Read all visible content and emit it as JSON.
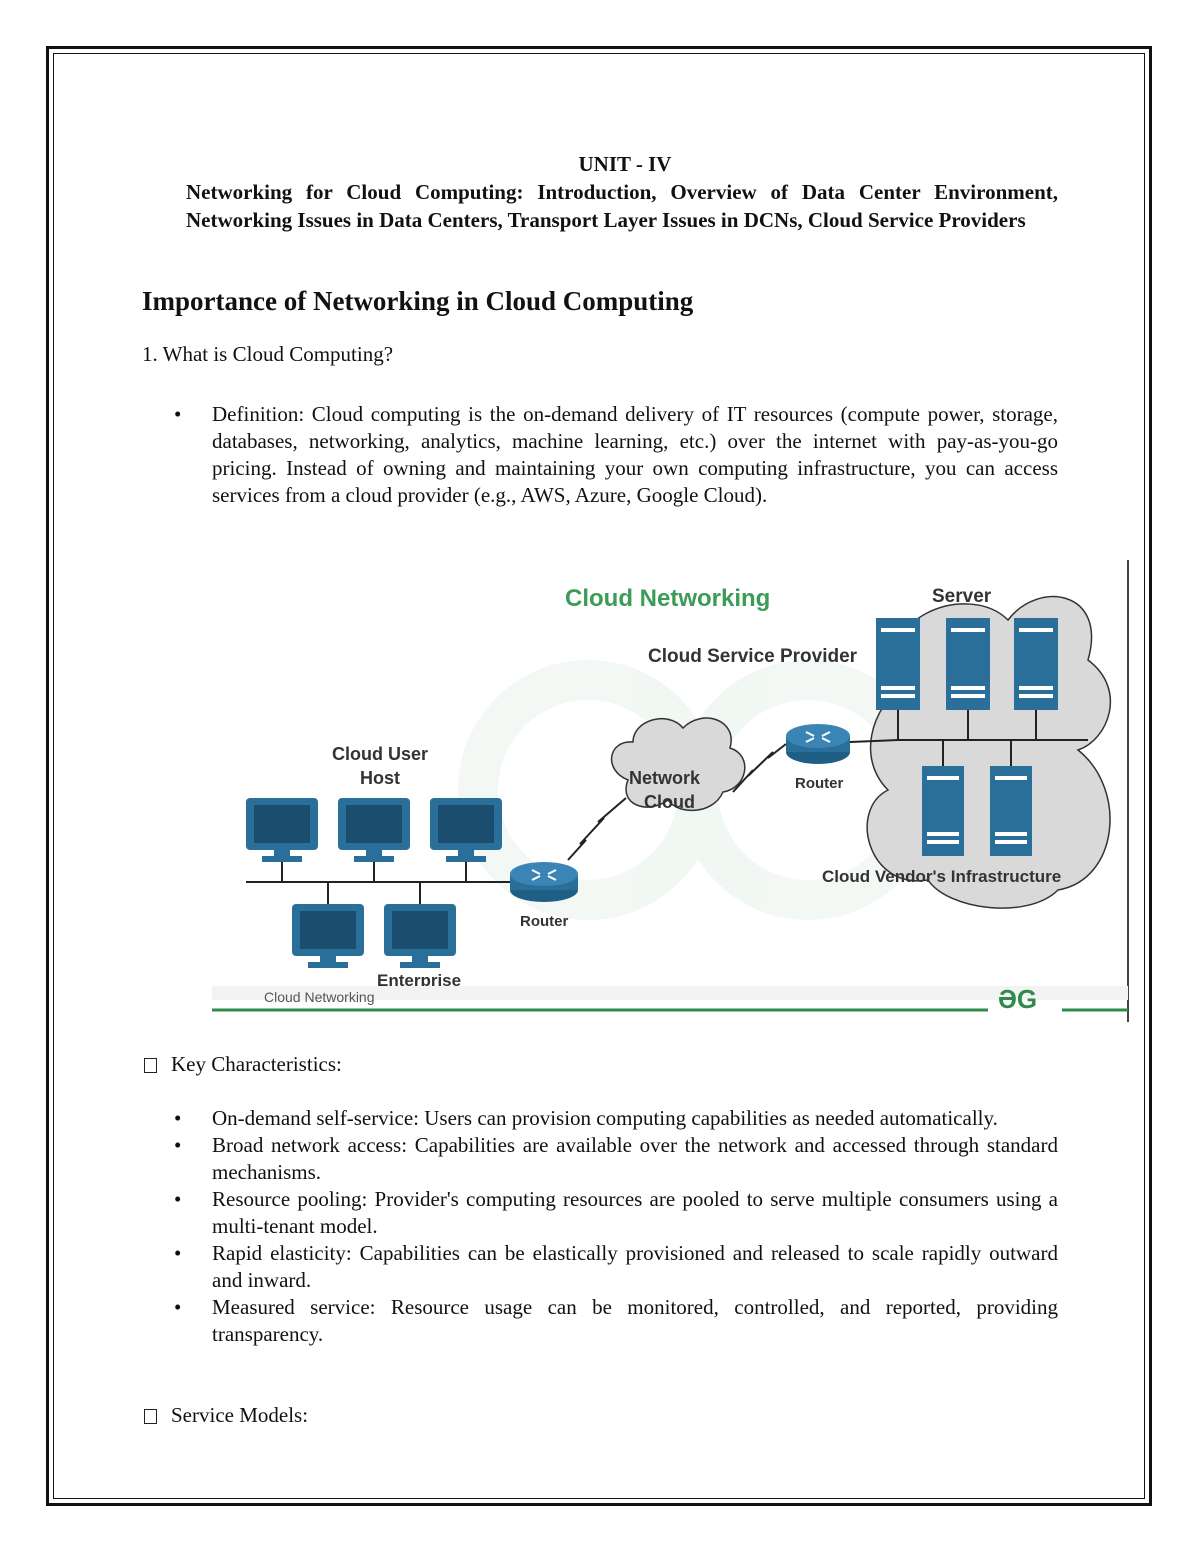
{
  "header": {
    "unit": "UNIT - IV",
    "topics": "Networking for Cloud Computing: Introduction, Overview of Data Center Environment, Networking Issues in Data Centers, Transport Layer Issues in DCNs, Cloud Service Providers"
  },
  "section": {
    "heading": "Importance of Networking in Cloud Computing",
    "question": "1. What is Cloud Computing?",
    "definition": "Definition: Cloud computing is the on-demand delivery of IT resources (compute power, storage, databases, networking, analytics, machine learning, etc.) over the internet with pay-as-you-go pricing. Instead of owning and maintaining your own computing infrastructure, you can access services from a cloud provider (e.g., AWS, Azure, Google Cloud)."
  },
  "diagram": {
    "title": "Cloud Networking",
    "server_label": "Server",
    "provider_label": "Cloud Service Provider",
    "user_label_1": "Cloud User",
    "user_label_2": "Host",
    "network_cloud_1": "Network",
    "network_cloud_2": "Cloud",
    "router_label_left": "Router",
    "router_label_right": "Router",
    "infra_label": "Cloud Vendor's Infrastructure",
    "enterprise_label": "Enterprise",
    "caption": "Cloud Networking",
    "logo_text": "ƏG",
    "colors": {
      "title_green": "#3d9b58",
      "device_blue": "#2a6f9a",
      "cloud_gray": "#d9d9d9",
      "footer_green": "#2e8b4a"
    }
  },
  "characteristics": {
    "heading": "Key Characteristics:",
    "items": [
      "On-demand self-service: Users can provision computing capabilities as needed automatically.",
      "Broad network access: Capabilities are available over the network and accessed through standard mechanisms.",
      "Resource pooling: Provider's computing resources are pooled to serve multiple consumers using a multi-tenant model.",
      "Rapid elasticity: Capabilities can be elastically provisioned and released to scale rapidly outward and inward.",
      "Measured service: Resource usage can be monitored, controlled, and reported, providing transparency."
    ]
  },
  "service_models": {
    "heading": "Service Models:"
  }
}
